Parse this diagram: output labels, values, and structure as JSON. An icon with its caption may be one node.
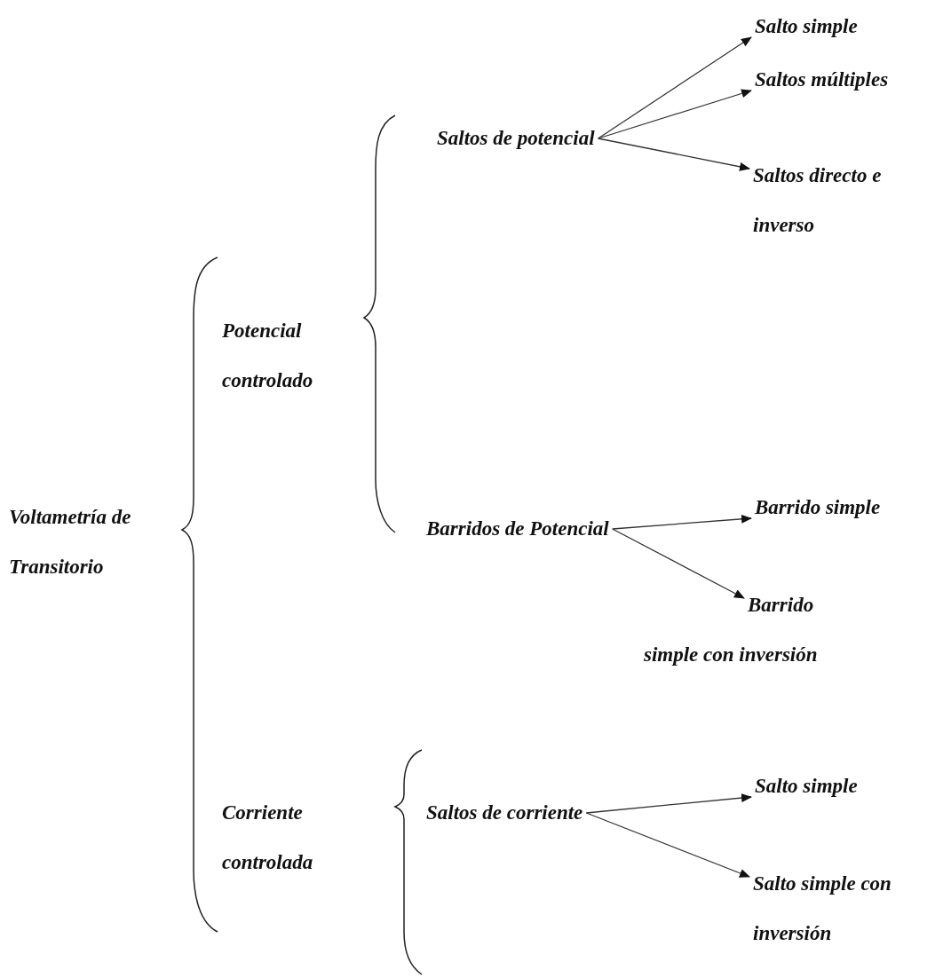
{
  "diagram": {
    "nodes": [
      {
        "text": [
          "Voltametría de Transitorio"
        ]
      },
      {
        "text": [
          "Potencial controlado"
        ]
      },
      {
        "text": [
          "Corriente controlada"
        ]
      },
      {
        "text": [
          "Saltos de potencial"
        ]
      },
      {
        "text": [
          "Barridos de Potencial"
        ]
      },
      {
        "text": [
          "Saltos de corriente"
        ]
      },
      {
        "text": [
          "Salto simple"
        ]
      },
      {
        "text": [
          "Saltos múltiples"
        ]
      },
      {
        "text": [
          "Saltos directo e inverso"
        ]
      },
      {
        "text": [
          "Barrido simple"
        ]
      },
      {
        "text": [
          "Barrido simple con inversión"
        ]
      },
      {
        "text": [
          "Salto simple"
        ]
      },
      {
        "text": [
          "Salto simple con inversión"
        ]
      }
    ],
    "edges": [
      {
        "from": 3,
        "to": 6,
        "arrow": "to"
      },
      {
        "from": 3,
        "to": 7,
        "arrow": "to"
      },
      {
        "from": 3,
        "to": 8,
        "arrow": "to"
      },
      {
        "from": 4,
        "to": 9,
        "arrow": "to"
      },
      {
        "from": 4,
        "to": 10,
        "arrow": "to"
      },
      {
        "from": 5,
        "to": 11,
        "arrow": "to"
      },
      {
        "from": 5,
        "to": 12,
        "arrow": "to"
      }
    ]
  }
}
